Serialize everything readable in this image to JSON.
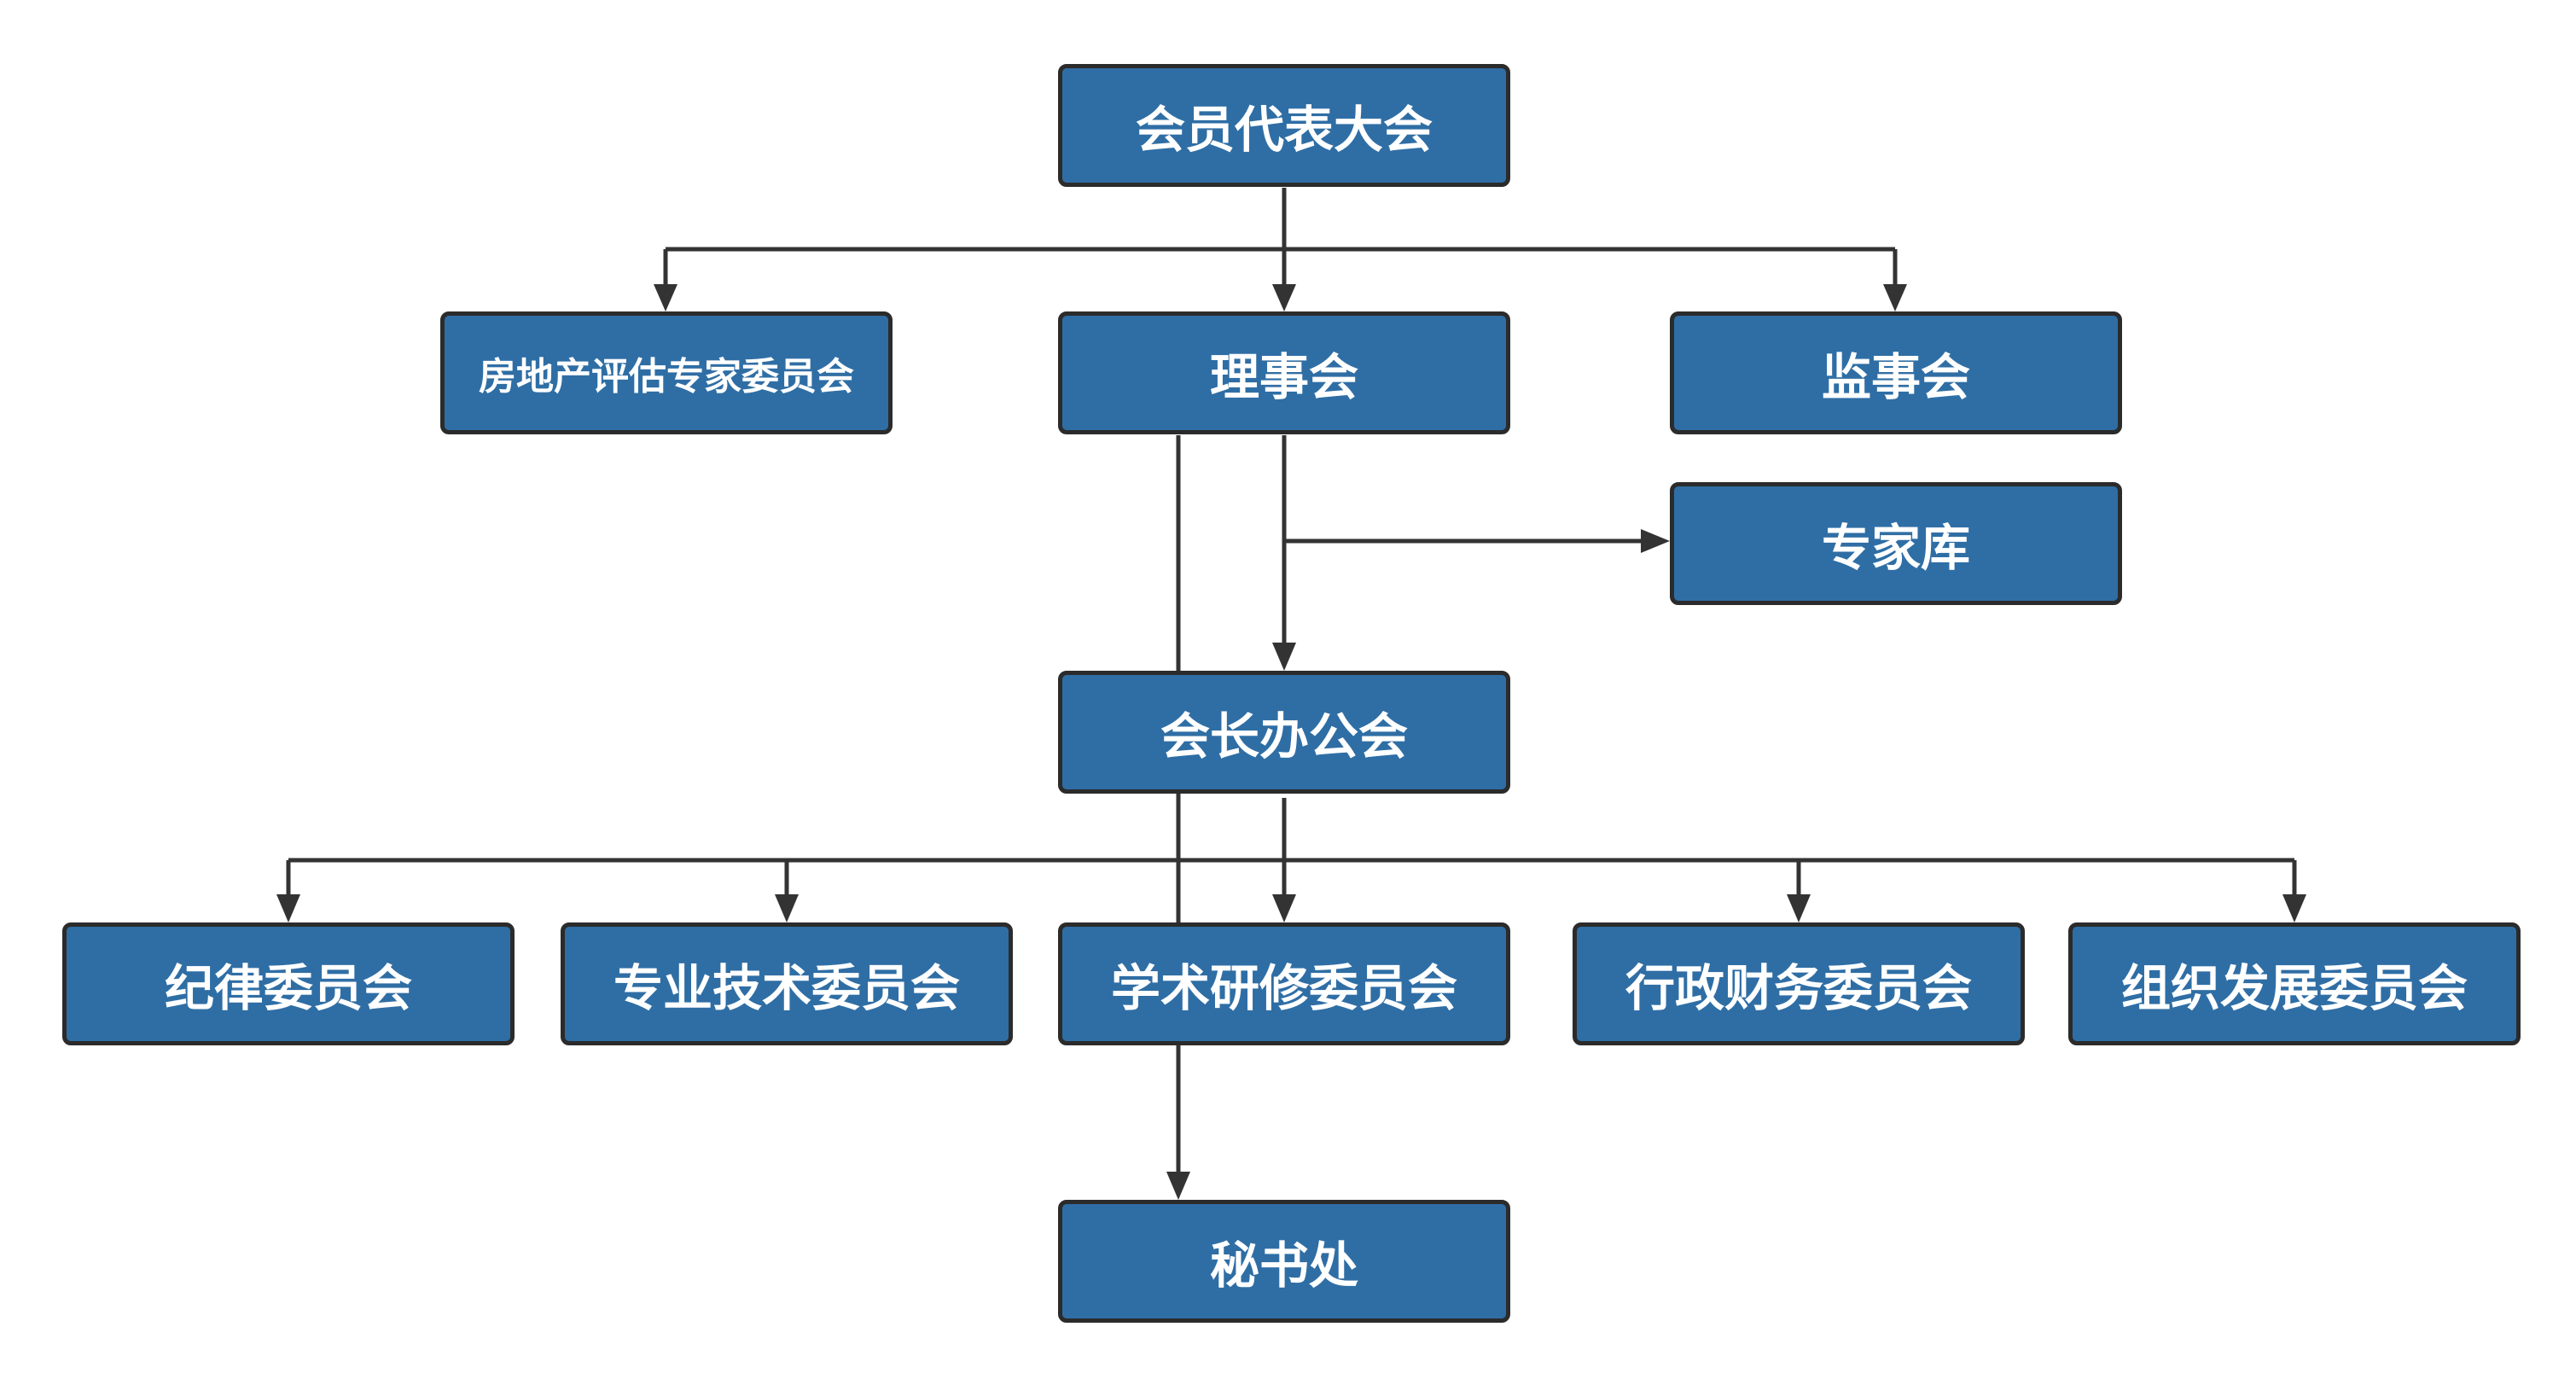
{
  "diagram": {
    "type": "org-chart",
    "colors": {
      "box_fill": "#2f6ea5",
      "box_border": "#2b2b2b",
      "text": "#ffffff",
      "connector": "#333333"
    },
    "nodes": {
      "assembly": "会员代表大会",
      "expert_committee": "房地产评估专家委员会",
      "council": "理事会",
      "supervisory_board": "监事会",
      "expert_pool": "专家库",
      "presidents_office": "会长办公会",
      "discipline_committee": "纪律委员会",
      "technical_committee": "专业技术委员会",
      "research_committee": "学术研修委员会",
      "finance_committee": "行政财务委员会",
      "organization_committee": "组织发展委员会",
      "secretariat": "秘书处"
    },
    "edges": [
      [
        "assembly",
        "expert_committee"
      ],
      [
        "assembly",
        "council"
      ],
      [
        "assembly",
        "supervisory_board"
      ],
      [
        "council",
        "expert_pool"
      ],
      [
        "council",
        "presidents_office"
      ],
      [
        "council",
        "secretariat"
      ],
      [
        "presidents_office",
        "discipline_committee"
      ],
      [
        "presidents_office",
        "technical_committee"
      ],
      [
        "presidents_office",
        "research_committee"
      ],
      [
        "presidents_office",
        "finance_committee"
      ],
      [
        "presidents_office",
        "organization_committee"
      ]
    ]
  }
}
